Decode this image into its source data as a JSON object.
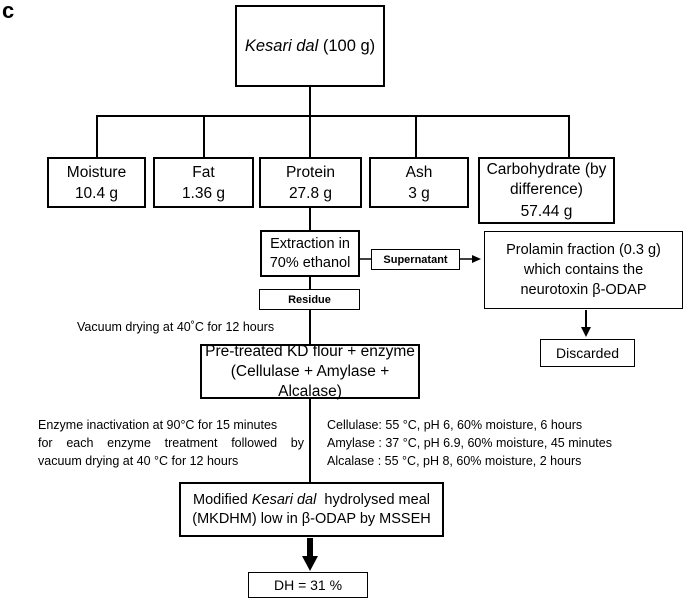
{
  "panel_label": "c",
  "root": {
    "name": "Kesari dal",
    "amount": "(100 g)"
  },
  "components": [
    {
      "name": "Moisture",
      "value": "10.4 g"
    },
    {
      "name": "Fat",
      "value": "1.36 g"
    },
    {
      "name": "Protein",
      "value": "27.8 g"
    },
    {
      "name": "Ash",
      "value": "3 g"
    },
    {
      "name": "Carbohydrate (by difference)",
      "value": "57.44 g"
    }
  ],
  "extraction": {
    "line1": "Extraction in",
    "line2": "70% ethanol"
  },
  "supernatant_label": "Supernatant",
  "residue_label": "Residue",
  "prolamin": {
    "line1": "Prolamin fraction (0.3 g)",
    "line2": "which contains the",
    "line3": "neurotoxin β-ODAP"
  },
  "discarded": "Discarded",
  "vacuum_note": "Vacuum drying at 40˚C for 12 hours",
  "pretreated": {
    "line1": "Pre-treated KD flour + enzyme",
    "line2": "(Cellulase + Amylase + Alcalase)"
  },
  "inactivation_note": {
    "line1": "Enzyme inactivation at 90°C for 15 minutes",
    "line2": "for each enzyme treatment followed by",
    "line3": "vacuum drying at 40 °C for 12 hours"
  },
  "conditions": [
    "Cellulase: 55 °C, pH 6, 60% moisture, 6 hours",
    "Amylase : 37 °C, pH 6.9, 60% moisture, 45 minutes",
    "Alcalase : 55 °C, pH 8, 60% moisture, 2 hours"
  ],
  "modified": {
    "line1_pre": "Modified ",
    "line1_italic": "Kesari dal",
    "line1_post": "  hydrolysed meal",
    "line2": "(MKDHM) low in β-ODAP by MSSEH"
  },
  "dh": "DH = 31 %"
}
